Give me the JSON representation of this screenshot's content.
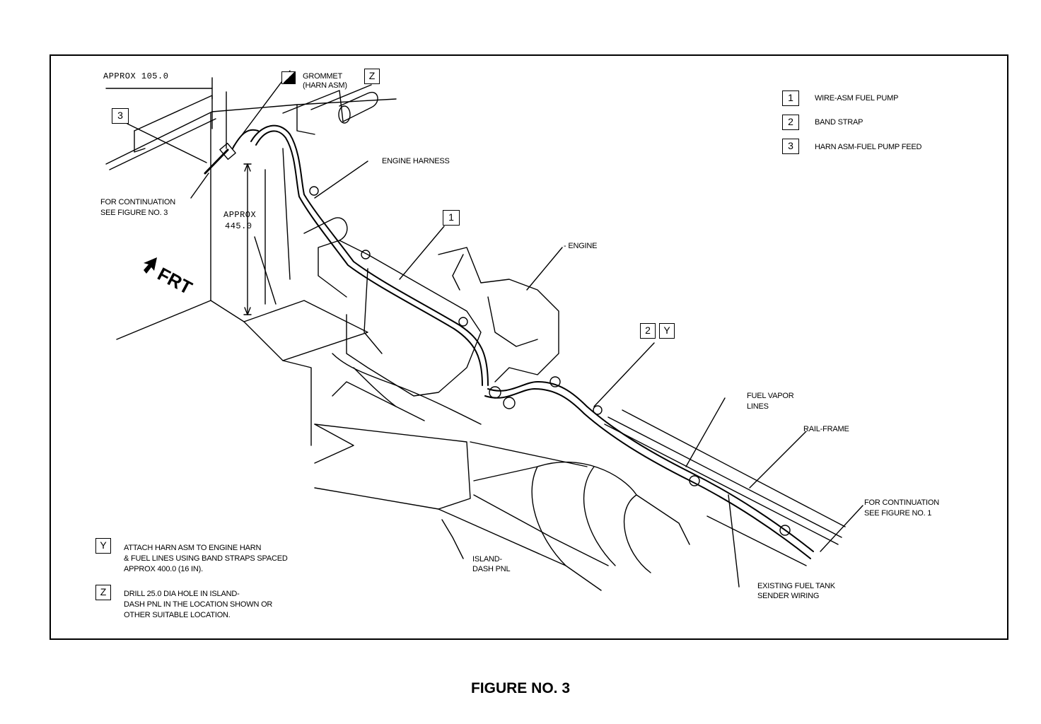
{
  "caption": "FIGURE NO. 3",
  "dimensions": {
    "width": "APPROX 105.0",
    "height_line1": "APPROX",
    "height_line2": "445.0"
  },
  "direction_label": "FRT",
  "callouts": {
    "grommet_line1": "GROMMET",
    "grommet_line2": "(HARN ASM)",
    "engine_harness": "ENGINE HARNESS",
    "engine": "- ENGINE",
    "continuation_left_line1": "FOR CONTINUATION",
    "continuation_left_line2": "SEE FIGURE NO. 3",
    "fuel_vapor_line1": "FUEL VAPOR",
    "fuel_vapor_line2": "LINES",
    "rail_frame": "RAIL-FRAME",
    "continuation_right_line1": "FOR CONTINUATION",
    "continuation_right_line2": "SEE FIGURE NO. 1",
    "island_line1": "ISLAND-",
    "island_line2": "DASH PNL",
    "sender_line1": "EXISTING FUEL TANK",
    "sender_line2": "SENDER WIRING"
  },
  "badges": {
    "one": "1",
    "two": "2",
    "three": "3",
    "y": "Y",
    "z": "Z"
  },
  "legend": [
    {
      "key": "1",
      "label": "WIRE-ASM FUEL PUMP"
    },
    {
      "key": "2",
      "label": "BAND STRAP"
    },
    {
      "key": "3",
      "label": "HARN ASM-FUEL PUMP FEED"
    }
  ],
  "notes": [
    {
      "key": "Y",
      "lines": [
        "ATTACH HARN ASM TO ENGINE HARN",
        "& FUEL LINES USING BAND STRAPS SPACED",
        "APPROX 400.0 (16 IN)."
      ]
    },
    {
      "key": "Z",
      "lines": [
        "DRILL 25.0 DIA HOLE IN ISLAND-",
        "DASH PNL IN THE LOCATION SHOWN OR",
        "OTHER SUITABLE LOCATION."
      ]
    }
  ]
}
